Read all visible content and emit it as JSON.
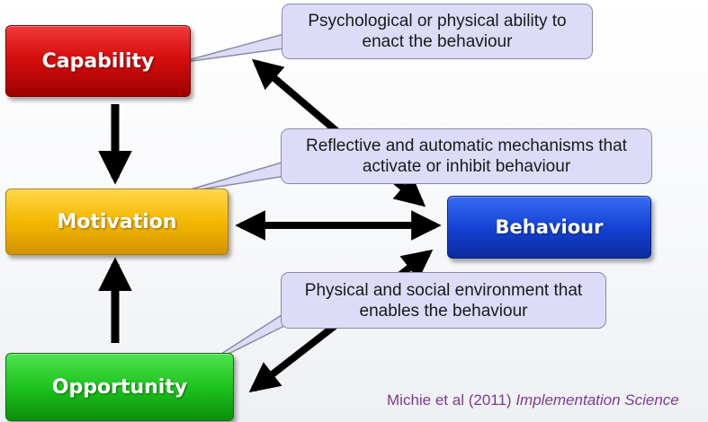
{
  "diagram": {
    "nodes": {
      "capability": "Capability",
      "motivation": "Motivation",
      "opportunity": "Opportunity",
      "behaviour": "Behaviour"
    },
    "callouts": {
      "capability": "Psychological or physical ability to enact the behaviour",
      "motivation": "Reflective and automatic mechanisms that activate or inhibit behaviour",
      "opportunity": "Physical and social environment that enables the behaviour"
    },
    "citation": {
      "authors": "Michie et al (2011)",
      "journal": "Implementation Science"
    },
    "colors": {
      "capability": "#d60e0e",
      "motivation": "#f5b800",
      "opportunity": "#1ec41e",
      "behaviour": "#1543d6",
      "callout_fill": "#dcdcf8",
      "arrow": "#000000",
      "citation_text": "#7a3c8f"
    },
    "edges": [
      {
        "from": "capability",
        "to": "motivation",
        "direction": "one-way"
      },
      {
        "from": "opportunity",
        "to": "motivation",
        "direction": "one-way"
      },
      {
        "from": "capability",
        "to": "behaviour",
        "direction": "two-way"
      },
      {
        "from": "motivation",
        "to": "behaviour",
        "direction": "two-way"
      },
      {
        "from": "opportunity",
        "to": "behaviour",
        "direction": "two-way"
      }
    ]
  }
}
